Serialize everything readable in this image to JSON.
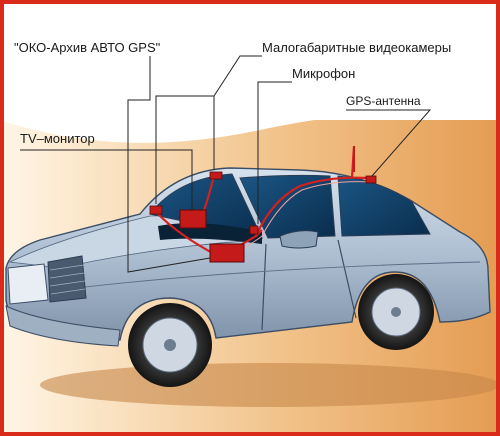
{
  "labels": {
    "archive": "\"ОКО-Архив АВТО GPS\"",
    "cameras": "Малогабаритные видеокамеры",
    "microphone": "Микрофон",
    "gps_antenna": "GPS-антенна",
    "tv_monitor": "TV–монитор"
  },
  "colors": {
    "frame": "#d92a1a",
    "background_gold": "#e8a85c",
    "car_body": "#b3c4d6",
    "glass": "#0e3f66",
    "cable": "#d42020",
    "callout_line": "#222222"
  },
  "icons": {
    "recorder_unit": "recorder-unit",
    "monitor": "tv-monitor",
    "camera": "mini-camera",
    "microphone": "microphone",
    "antenna": "gps-antenna"
  }
}
